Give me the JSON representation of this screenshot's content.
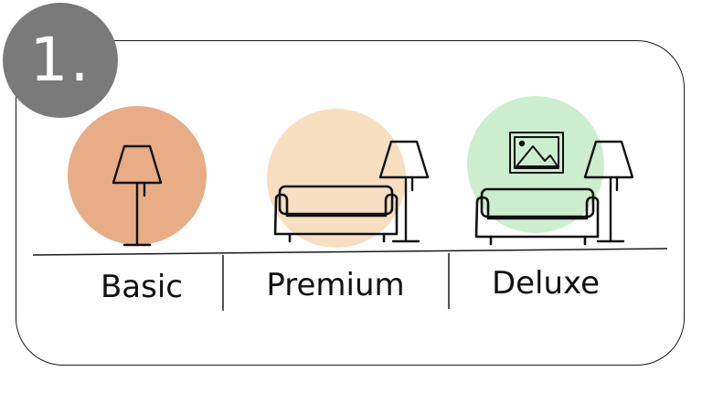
{
  "step": {
    "number": "1."
  },
  "tiers": [
    {
      "label": "Basic",
      "circle_color": "#e8ad87"
    },
    {
      "label": "Premium",
      "circle_color": "#f6dfc0"
    },
    {
      "label": "Deluxe",
      "circle_color": "#cdeece"
    }
  ],
  "colors": {
    "badge": "#7a7a7a",
    "line": "#1a1a1a",
    "background": "#ffffff"
  },
  "icons": [
    "floor-lamp-icon",
    "sofa-icon",
    "framed-picture-icon"
  ]
}
